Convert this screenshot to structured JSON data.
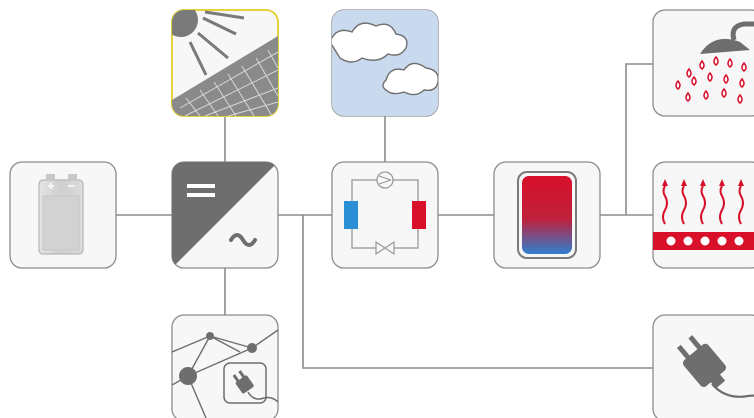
{
  "colors": {
    "wire": "#8c8c8c",
    "tile_border": "#8c8c8c",
    "tile_fill": "#f7f7f7",
    "pv_highlight_border": "#e6d23a",
    "sky": "#c9daee",
    "heat_red": "#d8102a",
    "cold_blue": "#2b8fd6",
    "inverter_dark": "#6e6e6e"
  },
  "diagram": {
    "nodes": [
      {
        "id": "battery",
        "icon": "battery-icon"
      },
      {
        "id": "inverter",
        "icon": "inverter-dc-ac-icon"
      },
      {
        "id": "pv",
        "icon": "solar-panel-sun-icon"
      },
      {
        "id": "outdoor-air",
        "icon": "clouds-sky-icon"
      },
      {
        "id": "heat-pump",
        "icon": "heat-pump-circuit-icon"
      },
      {
        "id": "storage-tank",
        "icon": "hot-water-tank-icon"
      },
      {
        "id": "hot-water",
        "icon": "shower-icon"
      },
      {
        "id": "floor-heating",
        "icon": "floor-heating-icon"
      },
      {
        "id": "household-load",
        "icon": "power-plug-icon"
      },
      {
        "id": "grid-network",
        "icon": "network-plug-icon"
      }
    ],
    "links": [
      [
        "battery",
        "inverter"
      ],
      [
        "pv",
        "inverter"
      ],
      [
        "inverter",
        "heat-pump"
      ],
      [
        "outdoor-air",
        "heat-pump"
      ],
      [
        "heat-pump",
        "storage-tank"
      ],
      [
        "storage-tank",
        "hot-water"
      ],
      [
        "storage-tank",
        "floor-heating"
      ],
      [
        "inverter",
        "household-load"
      ],
      [
        "inverter",
        "grid-network"
      ]
    ]
  }
}
